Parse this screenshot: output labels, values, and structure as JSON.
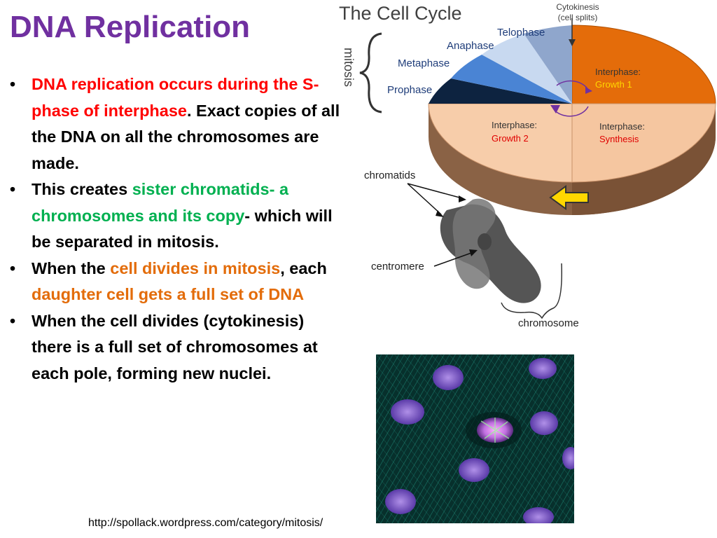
{
  "slide": {
    "title": "DNA Replication",
    "bullets": [
      {
        "segments": [
          {
            "text": "DNA replication occurs during the S-phase of interphase",
            "color": "red"
          },
          {
            "text": ". Exact copies of all the DNA on all the chromosomes are made.",
            "color": "black"
          }
        ]
      },
      {
        "segments": [
          {
            "text": "This creates ",
            "color": "black"
          },
          {
            "text": "sister chromatids- a chromosomes and its copy",
            "color": "green"
          },
          {
            "text": "-  which will be separated in mitosis.",
            "color": "black"
          }
        ]
      },
      {
        "segments": [
          {
            "text": "When the ",
            "color": "black"
          },
          {
            "text": "cell divides in mitosis",
            "color": "orange"
          },
          {
            "text": ", each ",
            "color": "black"
          },
          {
            "text": "daughter cell gets a full set of DNA",
            "color": "orange"
          }
        ]
      },
      {
        "segments": [
          {
            "text": "When the cell divides (cytokinesis) there is a full set of chromosomes at each pole, forming new nuclei.",
            "color": "black"
          }
        ]
      }
    ],
    "source_url": "http://spollack.wordpress.com/category/mitosis/"
  },
  "cell_cycle_diagram": {
    "title": "The Cell Cycle",
    "mitosis_label": "mitosis",
    "cytokinesis_label_line1": "Cytokinesis",
    "cytokinesis_label_line2": "(cell splits)",
    "phases": {
      "telophase": "Telophase",
      "anaphase": "Anaphase",
      "metaphase": "Metaphase",
      "prophase": "Prophase"
    },
    "interphase": {
      "growth1": {
        "line1": "Interphase:",
        "line2": "Growth 1"
      },
      "synthesis": {
        "line1": "Interphase:",
        "line2": "Synthesis"
      },
      "growth2": {
        "line1": "Interphase:",
        "line2": "Growth 2"
      }
    },
    "chromosome_labels": {
      "chromatids": "chromatids",
      "centromere": "centromere",
      "chromosome": "chromosome"
    }
  },
  "colors": {
    "title": "#7030a0",
    "red": "#ff0000",
    "green": "#00b050",
    "orange": "#e36c0a",
    "growth1": "#e46c0a",
    "interphase_light": "#f6c39a",
    "arrow": "#ffd700"
  },
  "icons": [
    "yellow-arrow-icon",
    "cycle-arrows-icon"
  ]
}
